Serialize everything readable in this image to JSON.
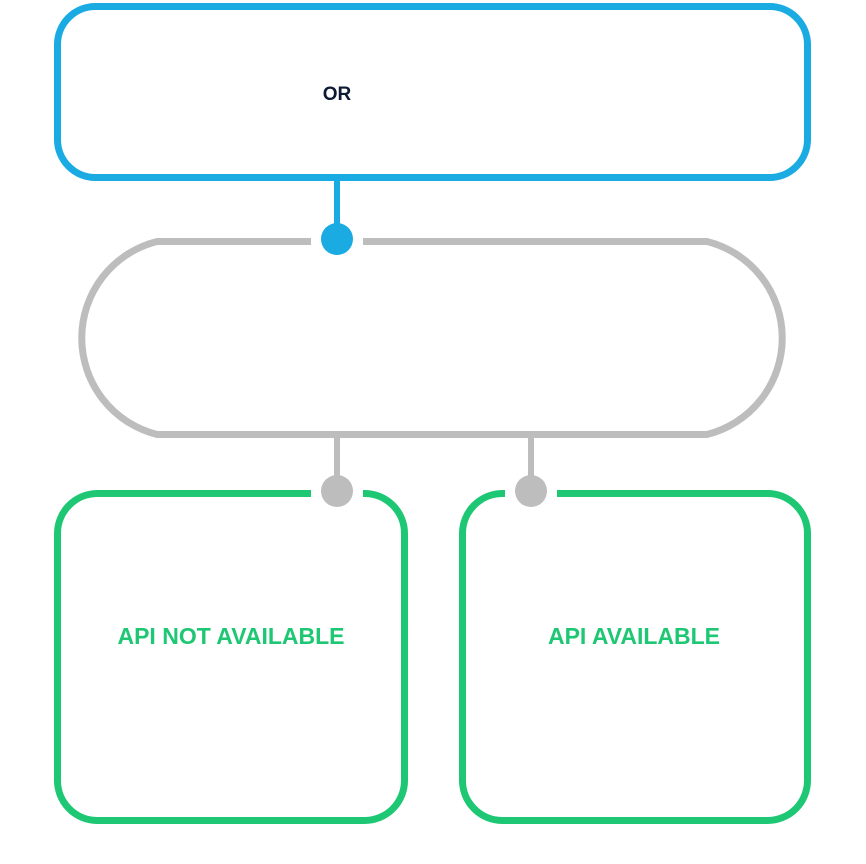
{
  "diagram": {
    "colors": {
      "blue": "#1aabe2",
      "grey": "#bdbdbd",
      "green": "#1ec773",
      "dark_text": "#0d1a33"
    },
    "nodes": {
      "or_node": {
        "label": "OR"
      },
      "group_node": {
        "label": ""
      },
      "left_node": {
        "label": "API NOT AVAILABLE"
      },
      "right_node": {
        "label": "API AVAILABLE"
      }
    },
    "edges": [
      {
        "from": "or_node",
        "to": "group_node"
      },
      {
        "from": "group_node",
        "to": "left_node"
      },
      {
        "from": "group_node",
        "to": "right_node"
      }
    ]
  }
}
